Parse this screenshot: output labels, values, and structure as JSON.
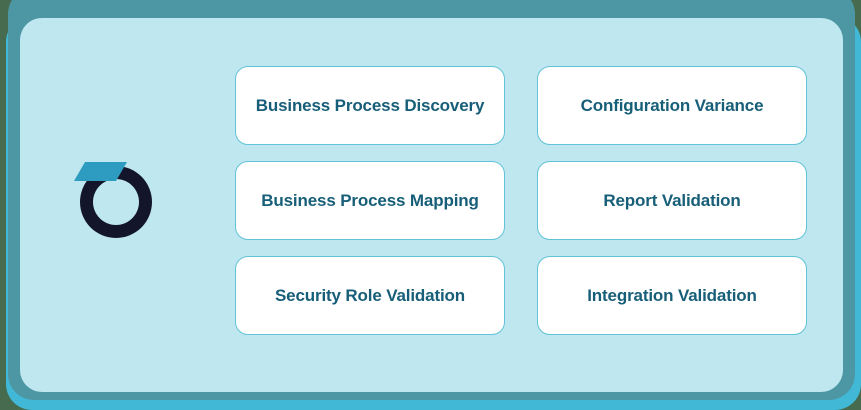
{
  "palette": {
    "background_green": "#476b4e",
    "accent_cyan": "#41b8d5",
    "accent_teal": "#4d97a5",
    "panel_blue": "#bfe7ef",
    "card_background": "#ffffff",
    "card_border": "#62c3d6",
    "card_text": "#175e78",
    "logo_dark": "#13162b",
    "logo_cyan": "#2e9cc0"
  },
  "logo": {
    "name": "ring-logo",
    "ring_color": "#13162b",
    "bar_color": "#2e9cc0"
  },
  "cards": [
    {
      "label": "Business Process Discovery"
    },
    {
      "label": "Configuration Variance"
    },
    {
      "label": "Business Process Mapping"
    },
    {
      "label": "Report Validation"
    },
    {
      "label": "Security Role Validation"
    },
    {
      "label": "Integration Validation"
    }
  ]
}
